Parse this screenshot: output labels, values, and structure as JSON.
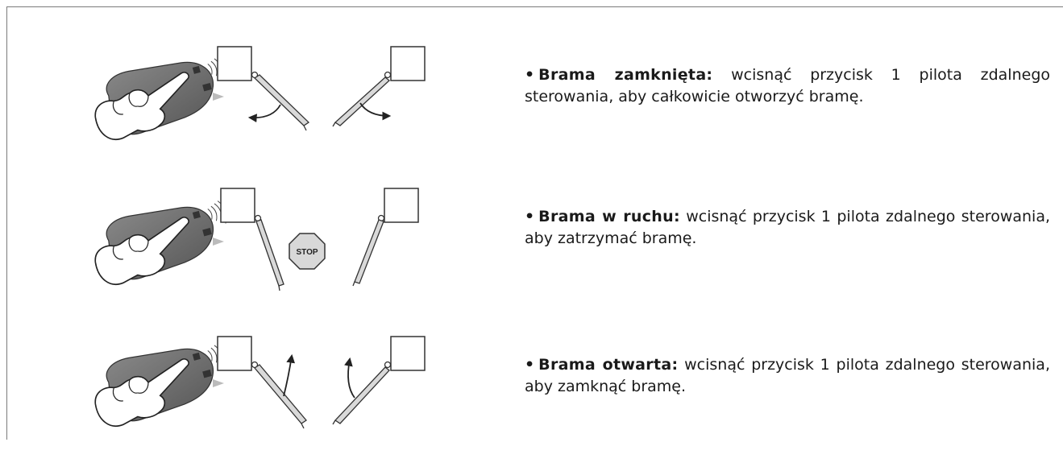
{
  "steps": [
    {
      "state_label": "Brama zamknięta:",
      "instruction": "wcisnąć przycisk 1 pilota zdalnego sterowania, aby całkowicie otworzyć bramę.",
      "motion": "opening"
    },
    {
      "state_label": "Brama w ruchu:",
      "instruction": "wcisnąć przycisk 1 pilota zdalnego sterowania, aby zatrzymać bramę.",
      "motion": "stop",
      "stop_sign_text": "STOP"
    },
    {
      "state_label": "Brama otwarta:",
      "instruction": "wcisnąć przycisk 1 pilota zdalnego sterowania, aby zamknąć bramę.",
      "motion": "closing"
    }
  ],
  "bullet": "•",
  "colors": {
    "frame": "#7a7a7a",
    "remote": "#6e6e6e",
    "gate_leaf": "#d9d9d9",
    "arrow": "#222222",
    "stop_bg": "#d8d8d8"
  }
}
